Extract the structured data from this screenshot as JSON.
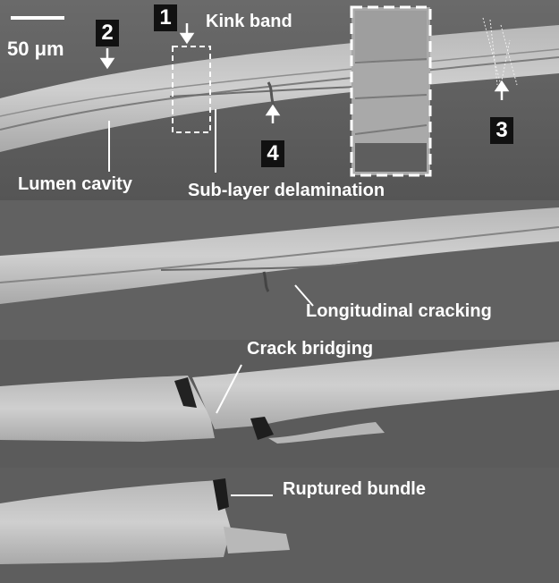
{
  "figure": {
    "scale_bar": {
      "label": "50 μm"
    },
    "badges": [
      {
        "label": "1"
      },
      {
        "label": "2"
      },
      {
        "label": "3"
      },
      {
        "label": "4"
      }
    ],
    "annotations": {
      "kink_band": "Kink  band",
      "lumen_cavity": "Lumen cavity",
      "sub_layer_delamination": "Sub-layer delamination",
      "longitudinal_cracking": "Longitudinal cracking",
      "crack_bridging": "Crack bridging",
      "ruptured_bundle": "Ruptured bundle"
    },
    "colors": {
      "background": "#5a5a5a",
      "fiber": "#c4c4c4",
      "annotation": "#ffffff",
      "badge": "#111111"
    }
  }
}
